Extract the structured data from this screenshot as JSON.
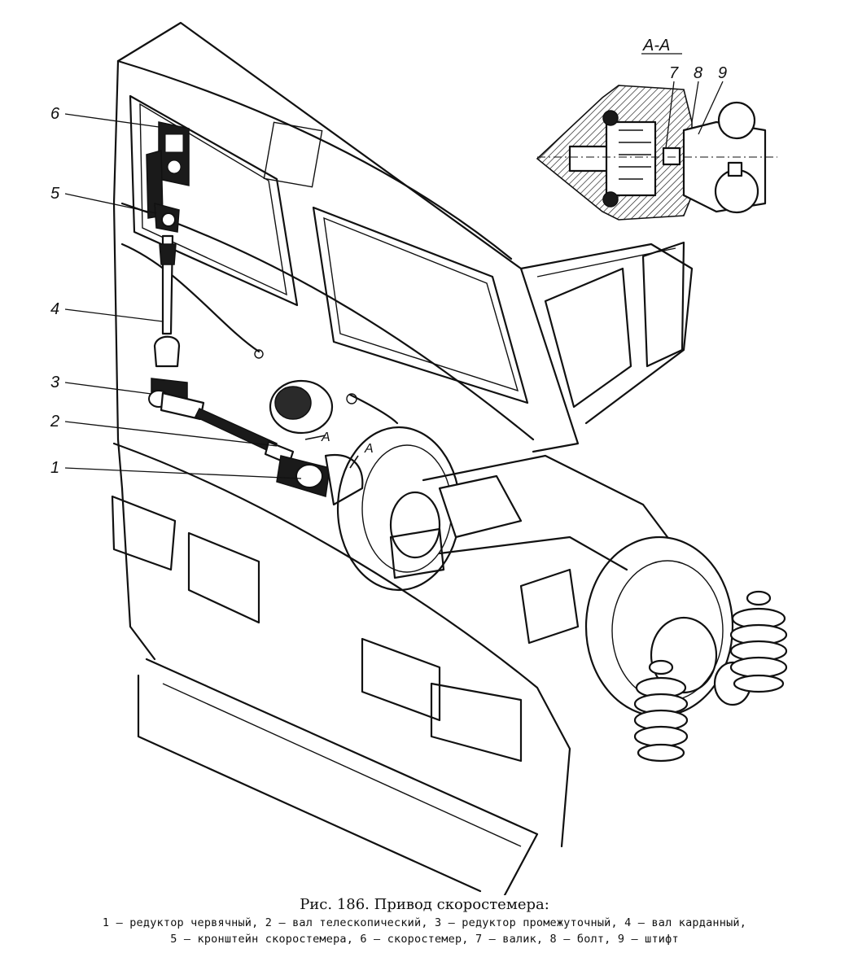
{
  "labels": {
    "n1": "1",
    "n2": "2",
    "n3": "3",
    "n4": "4",
    "n5": "5",
    "n6": "6",
    "n7": "7",
    "n8": "8",
    "n9": "9",
    "section": "А-А",
    "arrowA1": "А",
    "arrowA2": "А"
  },
  "caption": {
    "title": "Рис. 186. Привод скоростемера:",
    "line1": "1 — редуктор червячный, 2 — вал телескопический, 3 — редуктор промежуточный, 4 — вал карданный,",
    "line2": "5 — кронштейн скоростемера, 6 — скоростемер, 7 — валик, 8 — болт, 9 — штифт"
  }
}
